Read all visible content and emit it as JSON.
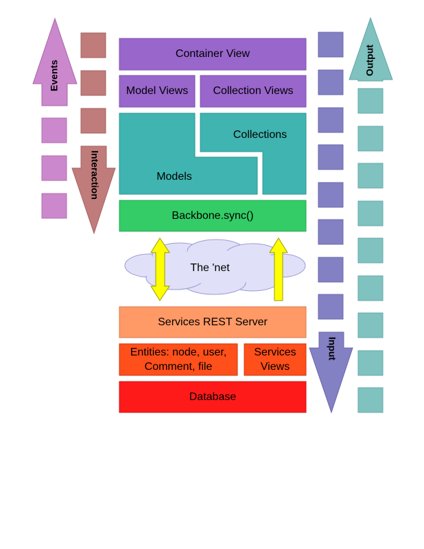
{
  "labels": {
    "events": "Events",
    "interaction": "Interaction",
    "output": "Output",
    "input": "Input",
    "container_view": "Container View",
    "model_views": "Model Views",
    "collection_views": "Collection Views",
    "collections": "Collections",
    "models": "Models",
    "backbone_sync": "Backbone.sync()",
    "the_net": "The 'net",
    "services_rest_server": "Services REST Server",
    "entities_line1": "Entities: node, user,",
    "entities_line2": "Comment, file",
    "services_views_line1": "Services",
    "services_views_line2": "Views",
    "database": "Database"
  },
  "colors": {
    "events": "#cc88cc",
    "interaction": "#c07b7b",
    "output": "#7fc2c0",
    "input": "#8380c3",
    "views": "#9966cc",
    "models": "#3fb4b0",
    "sync": "#33cc66",
    "rest_server": "#ff9966",
    "entities": "#ff4f1a",
    "database": "#ff1a1a",
    "arrow": "#ffff00",
    "cloud": "#e0e0f8"
  }
}
